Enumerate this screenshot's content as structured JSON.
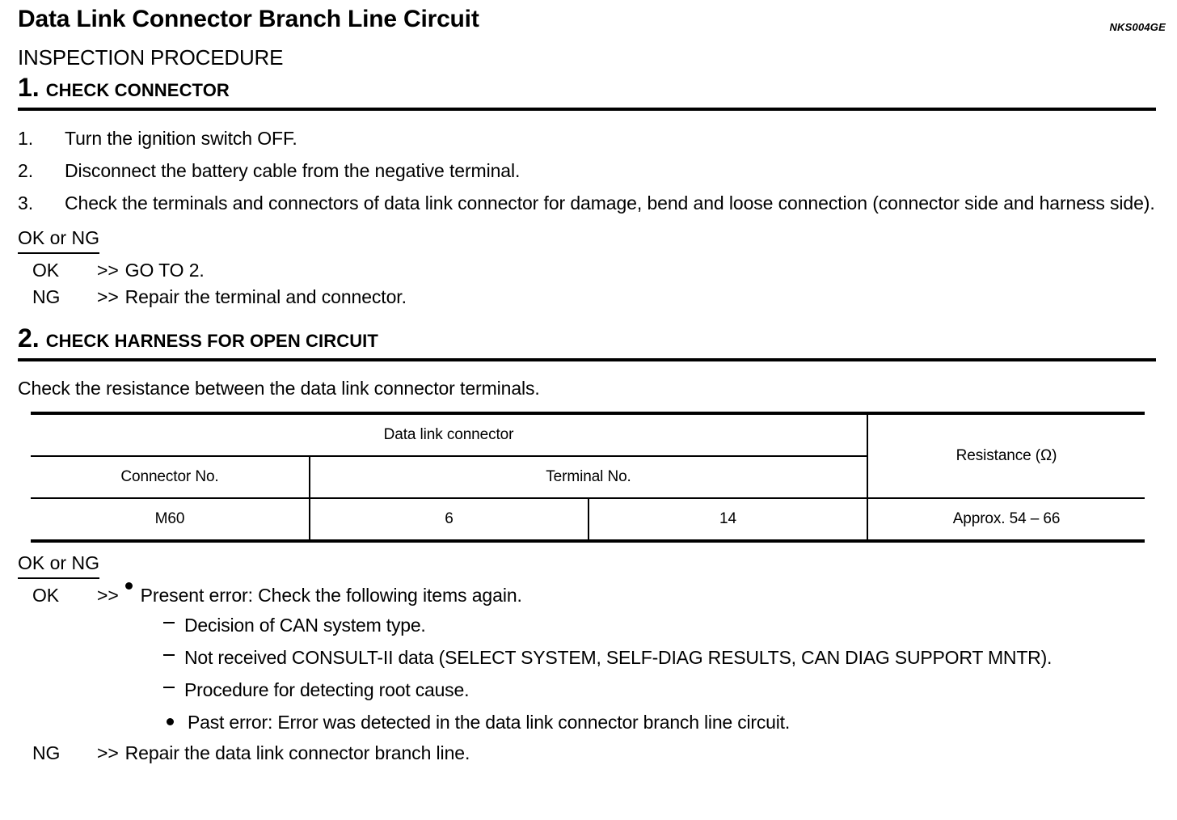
{
  "header": {
    "title": "Data Link Connector Branch Line Circuit",
    "doc_code": "NKS004GE",
    "subtitle": "INSPECTION PROCEDURE"
  },
  "steps": [
    {
      "number": "1.",
      "title": "CHECK CONNECTOR",
      "items": [
        {
          "n": "1.",
          "text": "Turn the ignition switch OFF."
        },
        {
          "n": "2.",
          "text": "Disconnect the battery cable from the negative terminal."
        },
        {
          "n": "3.",
          "text": "Check the terminals and connectors of data link connector for damage, bend and loose connection (connector side and harness side)."
        }
      ],
      "result_label": "OK or NG",
      "results": [
        {
          "key": "OK",
          "arrow": ">>",
          "value": "GO TO 2."
        },
        {
          "key": "NG",
          "arrow": ">>",
          "value": "Repair the terminal and connector."
        }
      ]
    },
    {
      "number": "2.",
      "title": "CHECK HARNESS FOR OPEN CIRCUIT",
      "lead_text": "Check the resistance between the data link connector terminals.",
      "result_label": "OK or NG",
      "ok_key": "OK",
      "ok_arrow": ">>",
      "ok_primary": "Present error: Check the following items again.",
      "ok_sub_items": [
        {
          "marker": "dash",
          "text": "Decision of CAN system type."
        },
        {
          "marker": "dash",
          "text": "Not received CONSULT-II data (SELECT SYSTEM, SELF-DIAG RESULTS, CAN DIAG SUPPORT MNTR)."
        },
        {
          "marker": "dash",
          "text": "Procedure for detecting root cause."
        },
        {
          "marker": "bullet",
          "text": "Past error: Error was detected in the data link connector branch line circuit."
        }
      ],
      "ng_key": "NG",
      "ng_arrow": ">>",
      "ng_value": "Repair the data link connector branch line."
    }
  ],
  "table": {
    "group_header": "Data link connector",
    "resistance_header": "Resistance (Ω)",
    "col_connector_no": "Connector No.",
    "col_terminal_no": "Terminal No.",
    "rows": [
      {
        "connector_no": "M60",
        "terminal_a": "6",
        "terminal_b": "14",
        "resistance": "Approx. 54 – 66"
      }
    ]
  }
}
